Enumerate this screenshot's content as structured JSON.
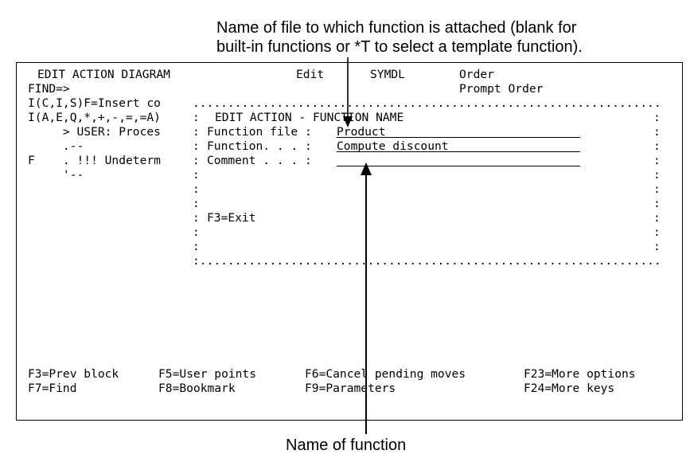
{
  "callouts": {
    "top_line1": "Name of file to which function is attached (blank for",
    "top_line2": "built-in functions or *T to select a template function).",
    "bottom": "Name of function"
  },
  "terminal": {
    "title": "EDIT ACTION DIAGRAM",
    "mode": "Edit",
    "library": "SYMDL",
    "header_right1": "Order",
    "header_right2": "Prompt Order",
    "find_label": "FIND=>",
    "left_lines": [
      "I(C,I,S)F=Insert co",
      "I(A,E,Q,*,+,-,=,=A)",
      "     > USER: Proces",
      "     .--",
      "F    . !!! Undeterm",
      "     '--"
    ],
    "popup": {
      "title": "EDIT ACTION - FUNCTION NAME",
      "function_file_label": "Function file :",
      "function_file_value": "Product",
      "function_label": "Function. . . :",
      "function_value": "Compute discount",
      "comment_label": "Comment . . . :",
      "comment_value": "",
      "exit_key": "F3=Exit"
    },
    "fkeys": {
      "f3": "F3=Prev block",
      "f5": "F5=User points",
      "f6": "F6=Cancel pending moves",
      "f23": "F23=More options",
      "f7": "F7=Find",
      "f8": "F8=Bookmark",
      "f9": "F9=Parameters",
      "f24": "F24=More keys"
    }
  }
}
